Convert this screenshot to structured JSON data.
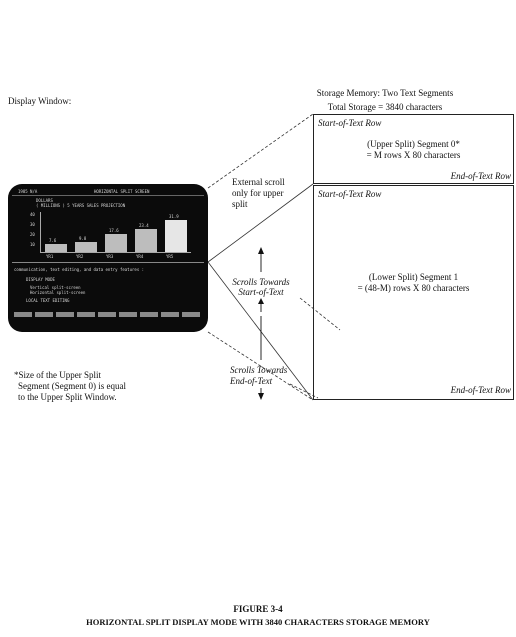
{
  "display_window_label": "Display Window:",
  "storage": {
    "title": "Storage Memory: Two Text Segments",
    "total": "Total Storage = 3840 characters"
  },
  "segment0": {
    "start_row": "Start-of-Text Row",
    "line1": "(Upper Split) Segment 0*",
    "line2": "= M rows X 80 characters",
    "end_row": "End-of-Text Row"
  },
  "segment1": {
    "start_row": "Start-of-Text Row",
    "line1": "(Lower Split) Segment 1",
    "line2": "= (48-M) rows X 80 characters",
    "end_row": "End-of-Text Row"
  },
  "external_scroll": {
    "line1": "External scroll",
    "line2": "only for upper",
    "line3": "split"
  },
  "scroll_start": {
    "line1": "Scrolls Towards",
    "line2": "Start-of-Text"
  },
  "scroll_end": {
    "line1": "Scrolls Towards",
    "line2": "End-of-Text"
  },
  "footnote": {
    "line1": "*Size of the Upper Split",
    "line2": "Segment (Segment 0) is equal",
    "line3": "to the Upper Split Window."
  },
  "figure": {
    "number": "FIGURE 3-4",
    "caption": "HORIZONTAL SPLIT DISPLAY MODE WITH 3840 CHARACTERS STORAGE MEMORY"
  },
  "screen": {
    "header_left": "1985   N/A",
    "header_center": "HORIZONTAL SPLIT SCREEN",
    "chart_title1": "DOLLARS",
    "chart_title2": "( MILLIONS )   5 YEARS SALES PROJECTION",
    "y_ticks": [
      "40",
      "30",
      "20",
      "10"
    ],
    "x_labels": [
      "YR1",
      "YR2",
      "YR3",
      "YR4",
      "YR5"
    ],
    "bar_labels": [
      "7.6",
      "9.8",
      "17.6",
      "23.4",
      "31.9"
    ],
    "bar_values": [
      7.6,
      9.8,
      17.6,
      23.4,
      31.9
    ],
    "lower_line1": "communication, text editing, and data entry features :",
    "lower_line2": "DISPLAY MODE",
    "lower_line3": "Vertical split-screen",
    "lower_line4": "Horizontal split-screen",
    "lower_line5": "LOCAL TEXT EDITING"
  }
}
